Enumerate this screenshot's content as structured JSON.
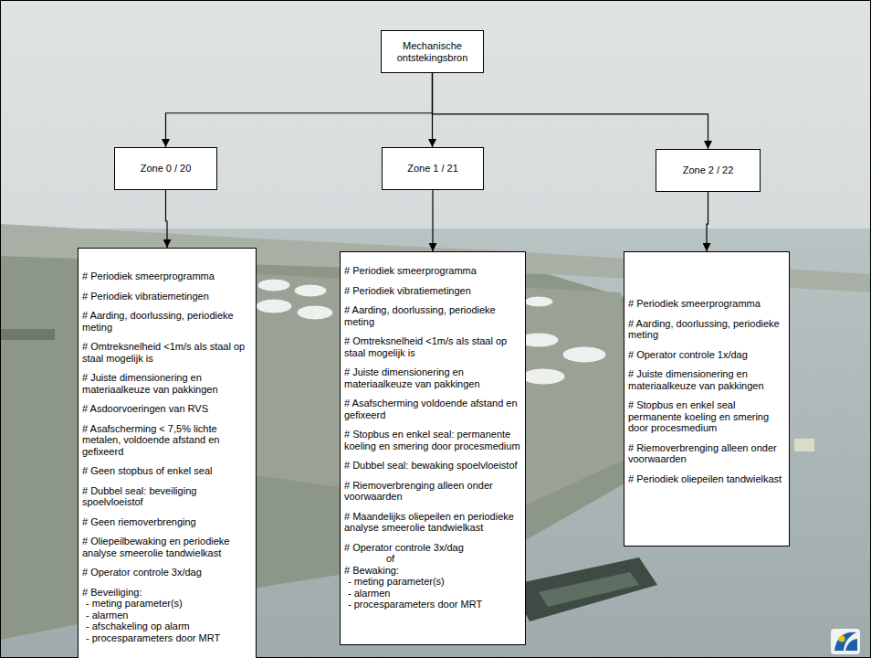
{
  "diagram": {
    "nodes": [
      {
        "text": [
          "Mechanische ontstekingsbron"
        ]
      },
      {
        "text": [
          "Zone 0 / 20"
        ]
      },
      {
        "text": [
          "Zone 1 / 21"
        ]
      },
      {
        "text": [
          "Zone 2 / 22"
        ]
      },
      {
        "text": [
          "# Periodiek smeerprogramma",
          "# Periodiek vibratiemetingen",
          "# Aarding, doorlussing, periodieke meting",
          "# Omtreksnelheid <1m/s als staal op staal mogelijk is",
          "# Juiste dimensionering en materiaalkeuze van pakkingen",
          "# Asdoorvoeringen van RVS",
          "# Asafscherming < 7,5% lichte metalen, voldoende afstand en gefixeerd",
          "# Geen stopbus of enkel seal",
          "# Dubbel seal: beveiliging spoelvloeistof",
          "# Geen riemoverbrenging",
          "# Oliepeilbewaking en periodieke analyse smeerolie tandwielkast",
          "# Operator controle 3x/dag",
          "# Beveiliging:",
          "- meting parameter(s)",
          "- alarmen",
          "- afschakeling op alarm",
          "- procesparameters door MRT"
        ]
      },
      {
        "text": [
          "# Periodiek smeerprogramma",
          "# Periodiek vibratiemetingen",
          "# Aarding, doorlussing, periodieke meting",
          "# Omtreksnelheid <1m/s als staal op staal mogelijk is",
          "# Juiste dimensionering en materiaalkeuze van pakkingen",
          "# Asafscherming voldoende afstand en gefixeerd",
          "# Stopbus en enkel seal: permanente koeling en smering door procesmedium",
          "# Dubbel seal: bewaking spoelvloeistof",
          "# Riemoverbrenging alleen onder voorwaarden",
          "# Maandelijks oliepeilen en periodieke analyse smeerolie tandwielkast",
          "# Operator controle 3x/dag",
          "of",
          "# Bewaking:",
          "- meting parameter(s)",
          "- alarmen",
          "- procesparameters door MRT"
        ]
      },
      {
        "text": [
          "# Periodiek smeerprogramma",
          "# Aarding, doorlussing, periodieke meting",
          "# Operator controle 1x/dag",
          "# Juiste dimensionering en materiaalkeuze van pakkingen",
          "# Stopbus en enkel seal permanente koeling en smering door procesmedium",
          "# Riemoverbrenging alleen onder voorwaarden",
          "# Periodiek oliepeilen tandwielkast"
        ]
      }
    ],
    "edges": [
      {
        "from": 0,
        "to": 1,
        "arrow": "to"
      },
      {
        "from": 0,
        "to": 2,
        "arrow": "to"
      },
      {
        "from": 0,
        "to": 3,
        "arrow": "to"
      },
      {
        "from": 1,
        "to": 4,
        "arrow": "to"
      },
      {
        "from": 2,
        "to": 5,
        "arrow": "to"
      },
      {
        "from": 3,
        "to": 6,
        "arrow": "to"
      }
    ]
  }
}
